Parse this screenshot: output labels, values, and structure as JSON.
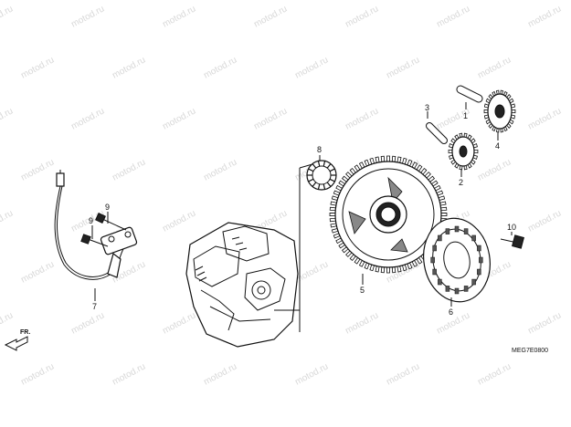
{
  "watermark": "motod.ru",
  "diagram_code": "MEG7E0800",
  "front_label": "FR.",
  "callouts": {
    "c1": "1",
    "c2": "2",
    "c3": "3",
    "c4": "4",
    "c5": "5",
    "c6": "6",
    "c7": "7",
    "c8": "8",
    "c9a": "9",
    "c9b": "9",
    "c10": "10"
  },
  "colors": {
    "ink": "#111111",
    "watermark": "#d8d8d8",
    "background": "#ffffff"
  }
}
